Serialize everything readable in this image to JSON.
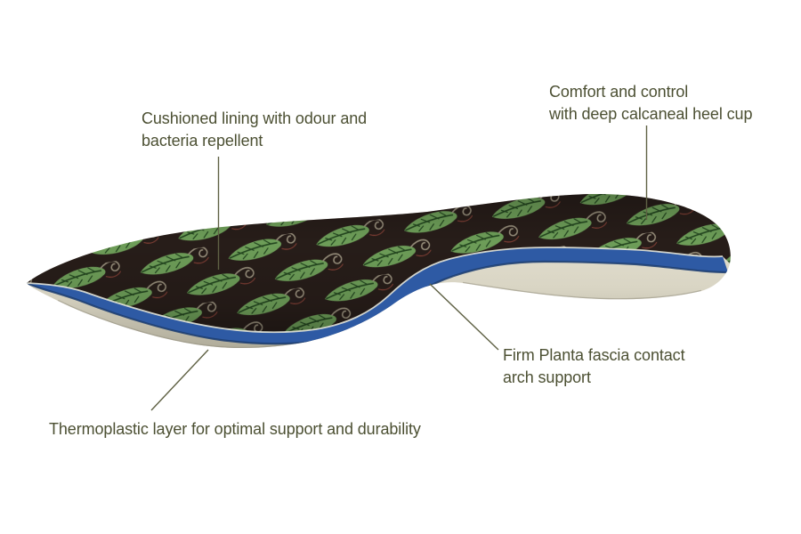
{
  "background": "#ffffff",
  "labels": {
    "cushioned": {
      "line1": "Cushioned lining with odour and",
      "line2": "bacteria repellent"
    },
    "heel": {
      "line1": "Comfort and control",
      "line2": "with deep calcaneal heel cup"
    },
    "arch": {
      "line1": "Firm Planta fascia contact",
      "line2": "arch support"
    },
    "thermoplastic": {
      "line1": "Thermoplastic layer for optimal support and durability"
    }
  },
  "colors": {
    "label_text": "#4c5033",
    "leader_line": "#5f6144",
    "fabric_dark_brown": "#271d19",
    "leaf_green": "#6d9d58",
    "leaf_vein_dark_green": "#23461f",
    "swirl_tan": "#968d7a",
    "swirl_accent_red": "#7e3d33",
    "thermoplastic_blue": "#2e5aa4",
    "thermoplastic_blue_shadow": "#1b3c6e",
    "base_cream": "#d9d5c4",
    "base_cream_shadow": "#aaa694",
    "stitch_light": "#e2e3d8"
  }
}
